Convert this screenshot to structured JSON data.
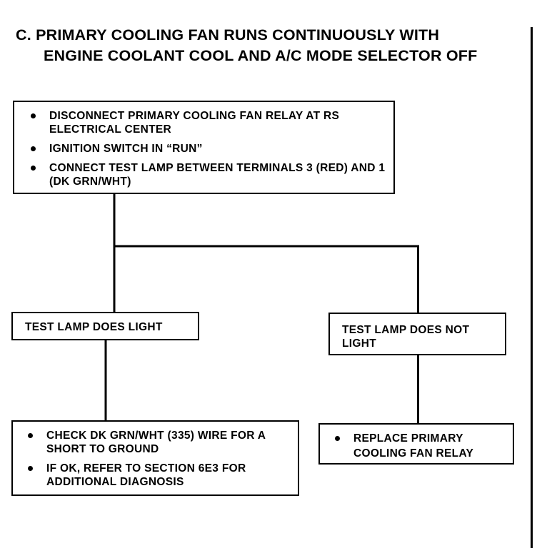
{
  "title": {
    "line1": "C. PRIMARY COOLING FAN RUNS CONTINUOUSLY WITH",
    "line2": "ENGINE COOLANT COOL AND A/C MODE SELECTOR OFF"
  },
  "steps": {
    "initial": {
      "items": [
        "DISCONNECT PRIMARY COOLING FAN RELAY AT RS ELECTRICAL CENTER",
        "IGNITION SWITCH IN “RUN”",
        "CONNECT TEST LAMP BETWEEN TERMINALS 3 (RED) AND 1 (DK GRN/WHT)"
      ]
    },
    "lamp_lights": {
      "text": "TEST LAMP DOES LIGHT"
    },
    "lamp_not_lit": {
      "text": "TEST LAMP DOES NOT LIGHT"
    },
    "check_wire": {
      "items": [
        "CHECK DK GRN/WHT (335) WIRE FOR A SHORT TO GROUND",
        "IF OK, REFER TO SECTION 6E3 FOR ADDITIONAL DIAGNOSIS"
      ]
    },
    "replace_relay": {
      "items": [
        "REPLACE PRIMARY COOLING FAN RELAY"
      ]
    }
  }
}
